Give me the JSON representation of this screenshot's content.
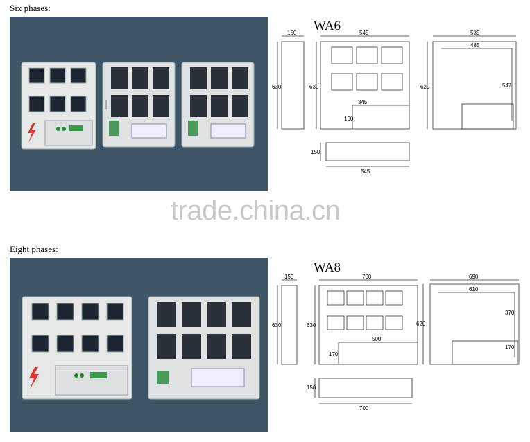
{
  "sections": [
    {
      "label": "Six phases:",
      "model": "WA6",
      "dims": {
        "side_w": "150",
        "height": "630",
        "front_w": "545",
        "back_w": "535",
        "inner_w": "485",
        "inner_h": "547",
        "back_h": "620",
        "drawer_w": "345",
        "drawer_h": "160",
        "top_depth": "150",
        "top_w": "545"
      }
    },
    {
      "label": "Eight phases:",
      "model": "WA8",
      "dims": {
        "side_w": "150",
        "height": "630",
        "front_w": "700",
        "back_w": "690",
        "inner_w": "610",
        "inner_h": "370",
        "back_h": "620",
        "drawer_w": "500",
        "drawer_h": "170",
        "lower_h": "170",
        "top_depth": "150",
        "top_w": "700"
      }
    }
  ],
  "watermark": "trade.china.cn"
}
